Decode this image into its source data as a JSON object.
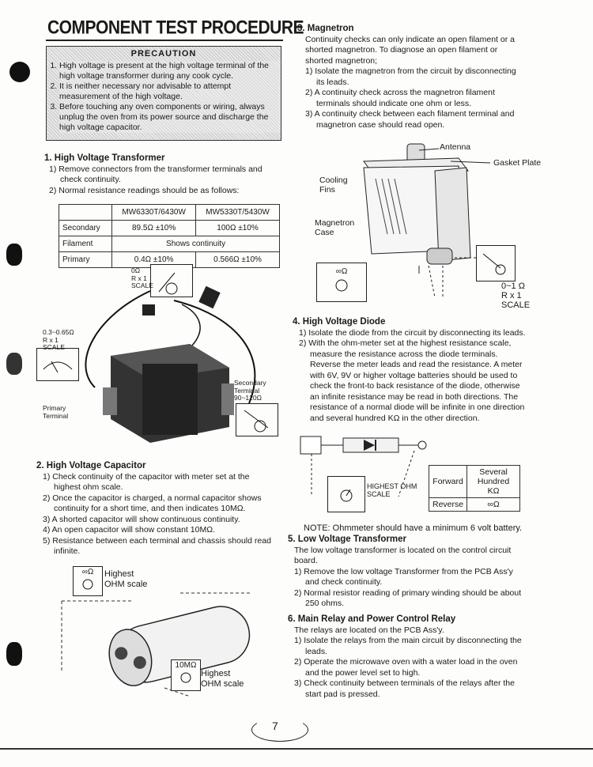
{
  "title": "COMPONENT TEST PROCEDURE",
  "caution": {
    "heading": "PRECAUTION",
    "items": [
      "High voltage is present at the high voltage terminal of the high voltage transformer during any cook cycle.",
      "It is neither necessary nor advisable to attempt measurement of the high voltage.",
      "Before touching any oven components or wiring, always unplug the oven from its power source and discharge the high voltage capacitor."
    ]
  },
  "hv_transformer": {
    "heading": "1. High Voltage Transformer",
    "steps": [
      "1) Remove connectors from the transformer terminals and check continuity.",
      "2) Normal resistance readings should be as follows:"
    ],
    "table": {
      "headers": [
        "",
        "MW6330T/6430W",
        "MW5330T/5430W"
      ],
      "rows": [
        [
          "Secondary",
          "89.5Ω ±10%",
          "100Ω ±10%"
        ],
        [
          "Filament",
          "Shows continuity",
          ""
        ],
        [
          "Primary",
          "0.4Ω ±10%",
          "0.566Ω ±10%"
        ]
      ]
    },
    "labels": {
      "meter_top": "0Ω\nR x 1\nSCALE",
      "meter_left": "0.3~0.65Ω\nR x 1\nSCALE",
      "primary": "Primary\nTerminal",
      "secondary": "Secondary\nTerminal\n90~120Ω"
    }
  },
  "hv_capacitor": {
    "heading": "2. High Voltage Capacitor",
    "steps": [
      "1) Check continuity of the capacitor with meter set at the highest ohm scale.",
      "2) Once the capacitor is charged, a normal capacitor shows continuity for a short time, and then indicates 10MΩ.",
      "3) A shorted capacitor will show continuous continuity.",
      "4) An open capacitor will show constant 10MΩ.",
      "5) Resistance between each terminal and chassis should read infinite."
    ],
    "labels": {
      "meter1": "Highest\nOHM scale",
      "meter1_face": "∞Ω",
      "meter2": "Highest\nOHM scale",
      "meter2_face": "10MΩ"
    }
  },
  "magnetron": {
    "heading": "3. Magnetron",
    "intro": "Continuity checks can only indicate an open filament or a shorted magnetron. To diagnose an open filament or shorted magnetron;",
    "steps": [
      "1) Isolate the magnetron from the circuit by disconnecting its leads.",
      "2) A continuity check across the magnetron filament terminals should indicate one ohm or less.",
      "3) A continuity check between each filament terminal and magnetron case should read open."
    ],
    "labels": {
      "antenna": "Antenna",
      "gasket": "Gasket Plate",
      "fins": "Cooling\nFins",
      "case": "Magnetron\nCase",
      "meter_face": "∞Ω",
      "scale": "0~1 Ω\nR x 1\nSCALE"
    }
  },
  "hv_diode": {
    "heading": "4. High Voltage Diode",
    "steps": [
      "1) Isolate the diode from the circuit by disconnecting its leads.",
      "2) With the ohm-meter set at the highest resistance scale, measure the resistance across the diode terminals. Reverse the meter leads and read the resistance. A meter with 6V, 9V or higher voltage batteries should be used to check the front-to back resistance of the diode, otherwise an infinite resistance may be read in both directions. The resistance of a normal diode will be infinite in one direction and several hundred KΩ in the other direction."
    ],
    "meter_label": "HIGHEST OHM\nSCALE",
    "table": [
      [
        "Forward",
        "Several Hundred KΩ"
      ],
      [
        "Reverse",
        "∞Ω"
      ]
    ],
    "note": "NOTE: Ohmmeter should have a minimum 6 volt battery."
  },
  "lv_transformer": {
    "heading": "5. Low Voltage Transformer",
    "intro": "The low voltage transformer is located on the control circuit board.",
    "steps": [
      "1) Remove the low voltage Transformer from the PCB Ass'y and check continuity.",
      "2) Normal resistor reading of primary winding should be about 250 ohms."
    ]
  },
  "relay": {
    "heading": "6. Main Relay and Power Control Relay",
    "intro": "The relays are located on the PCB Ass'y.",
    "steps": [
      "1) Isolate the relays from the main circuit by disconnecting the leads.",
      "2) Operate the microwave oven with a water load in the oven and the power level set to high.",
      "3) Check continuity between terminals of the relays after the start pad is pressed."
    ]
  },
  "page_number": "7"
}
